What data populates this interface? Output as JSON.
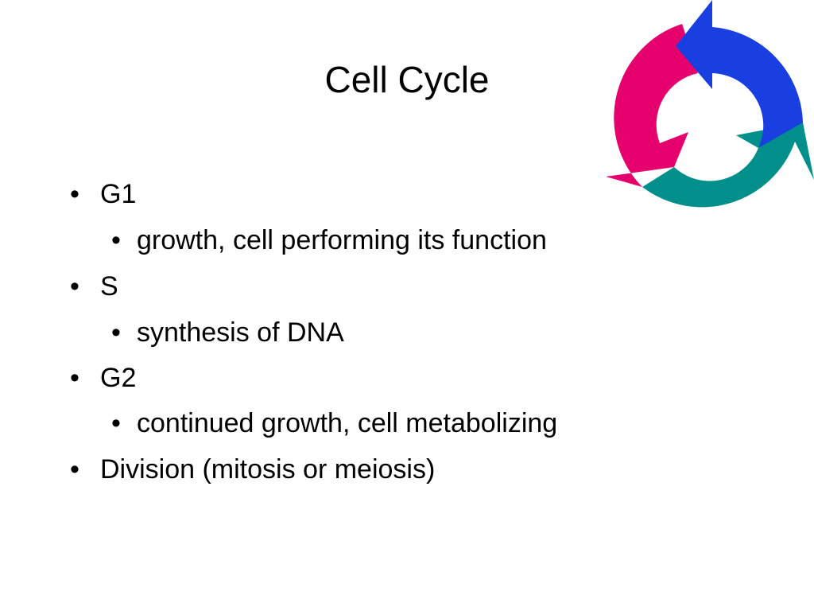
{
  "slide": {
    "title": "Cell Cycle",
    "bullets": [
      {
        "level": 1,
        "text": "G1"
      },
      {
        "level": 2,
        "text": "growth, cell performing its function"
      },
      {
        "level": 1,
        "text": "S"
      },
      {
        "level": 2,
        "text": "synthesis of DNA"
      },
      {
        "level": 1,
        "text": "G2"
      },
      {
        "level": 2,
        "text": "continued growth, cell metabolizing"
      },
      {
        "level": 1,
        "text": "Division (mitosis or meiosis)"
      }
    ],
    "bullet_glyph": "•"
  },
  "graphic": {
    "icon": "cycle-arrows-icon",
    "colors": {
      "blue": "#1a3fe0",
      "teal": "#008f8a",
      "magenta": "#e6006e"
    }
  }
}
